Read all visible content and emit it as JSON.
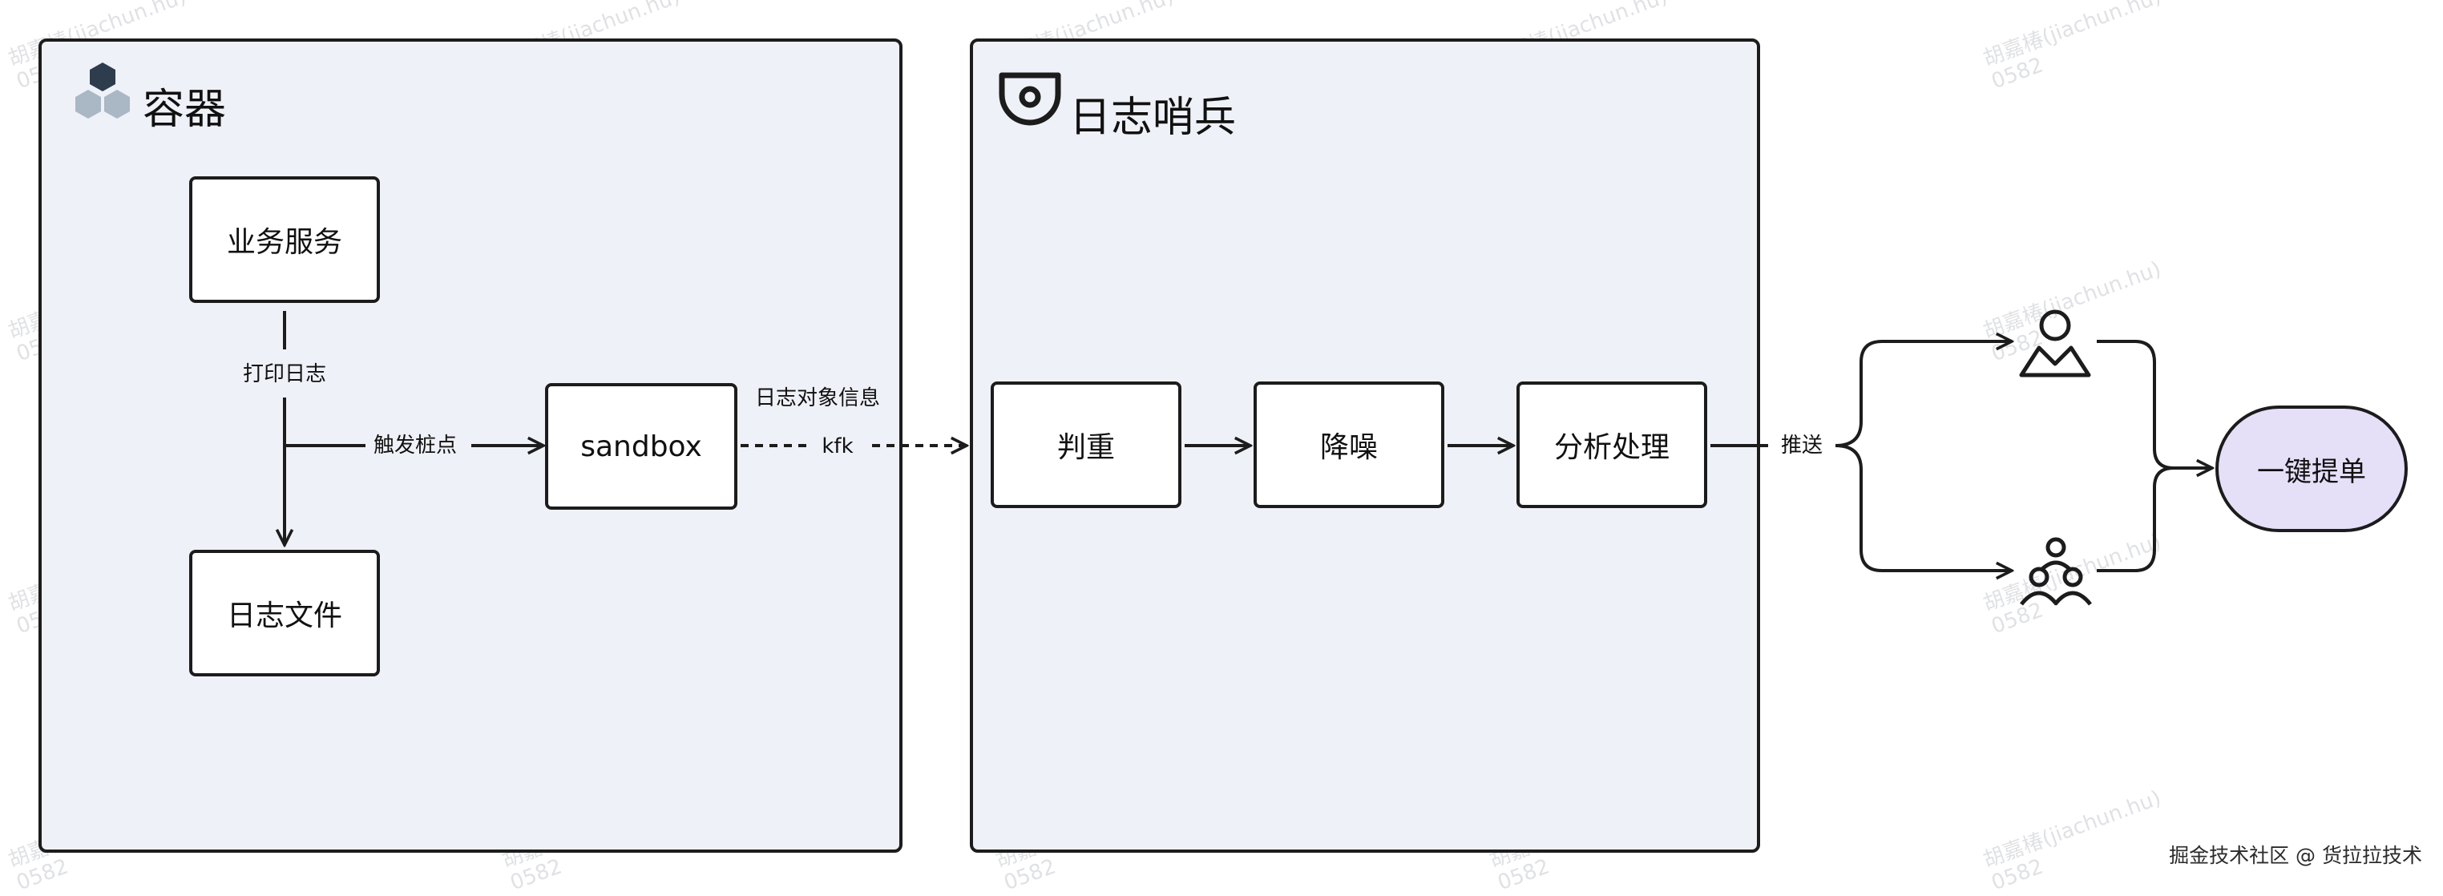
{
  "container": {
    "title": "容器",
    "icon": "hexagon-cluster-icon"
  },
  "sentinel": {
    "title": "日志哨兵",
    "icon": "camera-icon"
  },
  "nodes": {
    "business_service": "业务服务",
    "log_file": "日志文件",
    "sandbox": "sandbox",
    "dedupe": "判重",
    "denoise": "降噪",
    "analysis": "分析处理",
    "one_click_ticket": "一键提单"
  },
  "edge_labels": {
    "print_log": "打印日志",
    "trigger_stake": "触发桩点",
    "log_object_info": "日志对象信息",
    "kfk": "kfk",
    "push": "推送"
  },
  "icons": {
    "person": "person-icon",
    "group": "group-icon"
  },
  "watermark": {
    "line1": "胡嘉椿(jiachun.hu)",
    "line2": "0582"
  },
  "credit": "掘金技术社区 @ 货拉拉技术",
  "colors": {
    "panel_bg": "#eff1f8",
    "pill_bg": "#e6dff8",
    "stroke": "#1c1c1c",
    "icon_dark": "#2d3d4e",
    "icon_light": "#aab7c4"
  }
}
